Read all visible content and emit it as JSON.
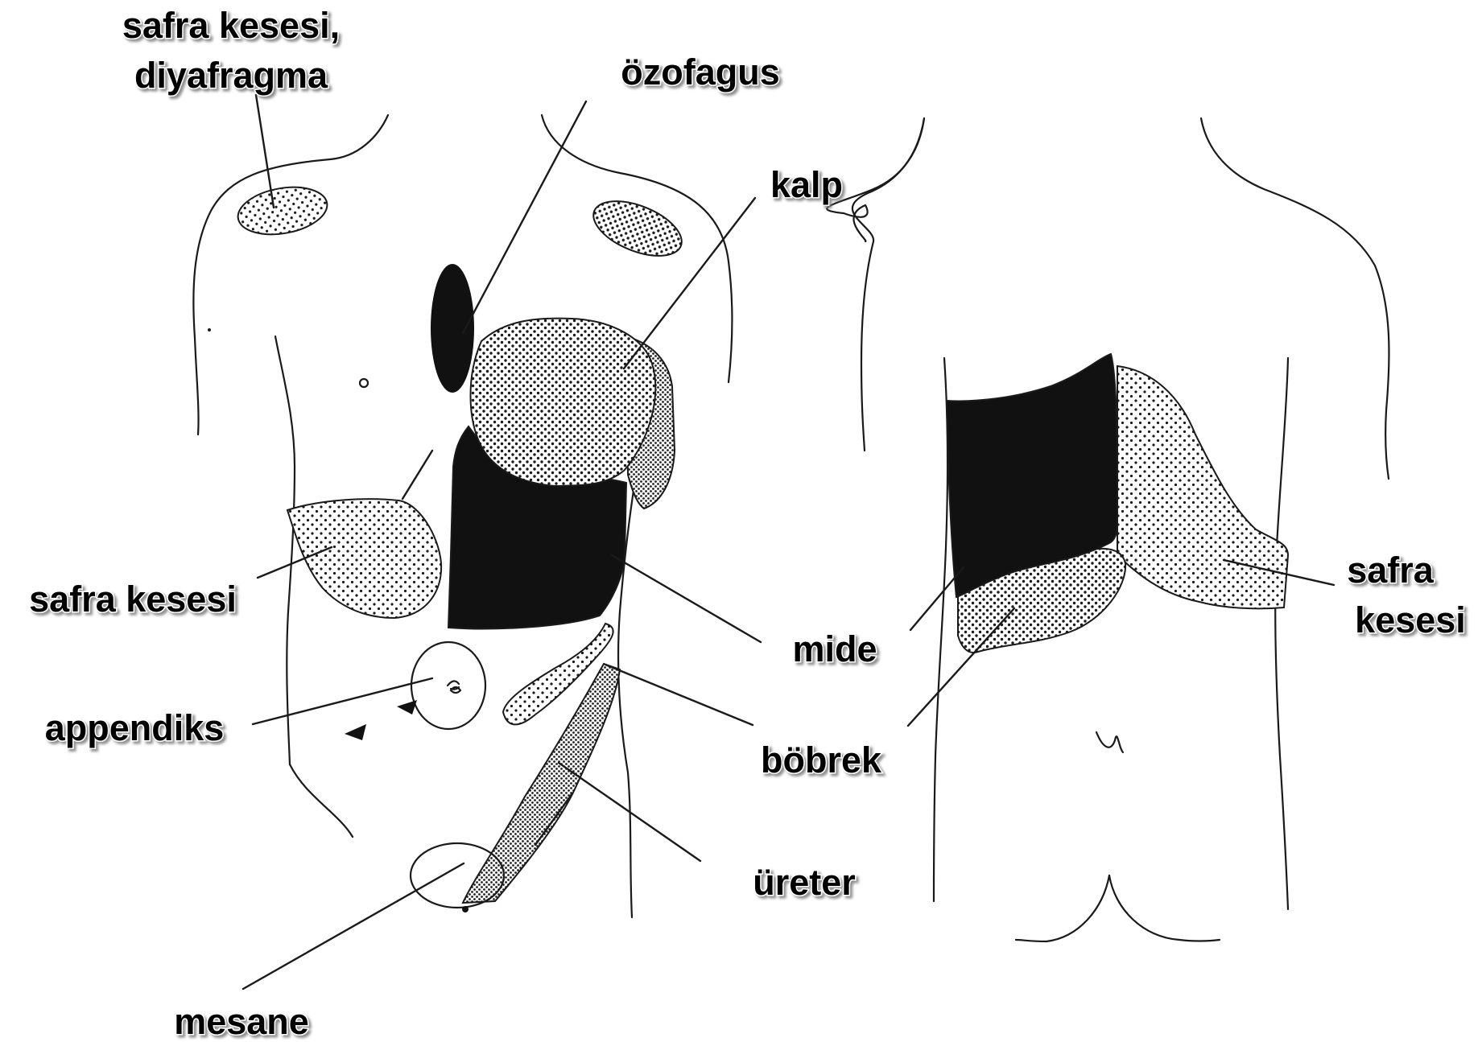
{
  "labels": {
    "gallbladder_diaphragm_line1": "safra kesesi,",
    "gallbladder_diaphragm_line2": "diyafragma",
    "esophagus": "özofagus",
    "heart": "kalp",
    "gallbladder_front": "safra kesesi",
    "stomach": "mide",
    "appendix": "appendiks",
    "kidney": "böbrek",
    "ureter": "üreter",
    "bladder": "mesane",
    "gallbladder_back_line1": "safra",
    "gallbladder_back_line2": "kesesi"
  },
  "colors": {
    "line": "#1a1a1a",
    "solid_fill": "#111111",
    "label_text": "#000000",
    "background": "#ffffff"
  }
}
